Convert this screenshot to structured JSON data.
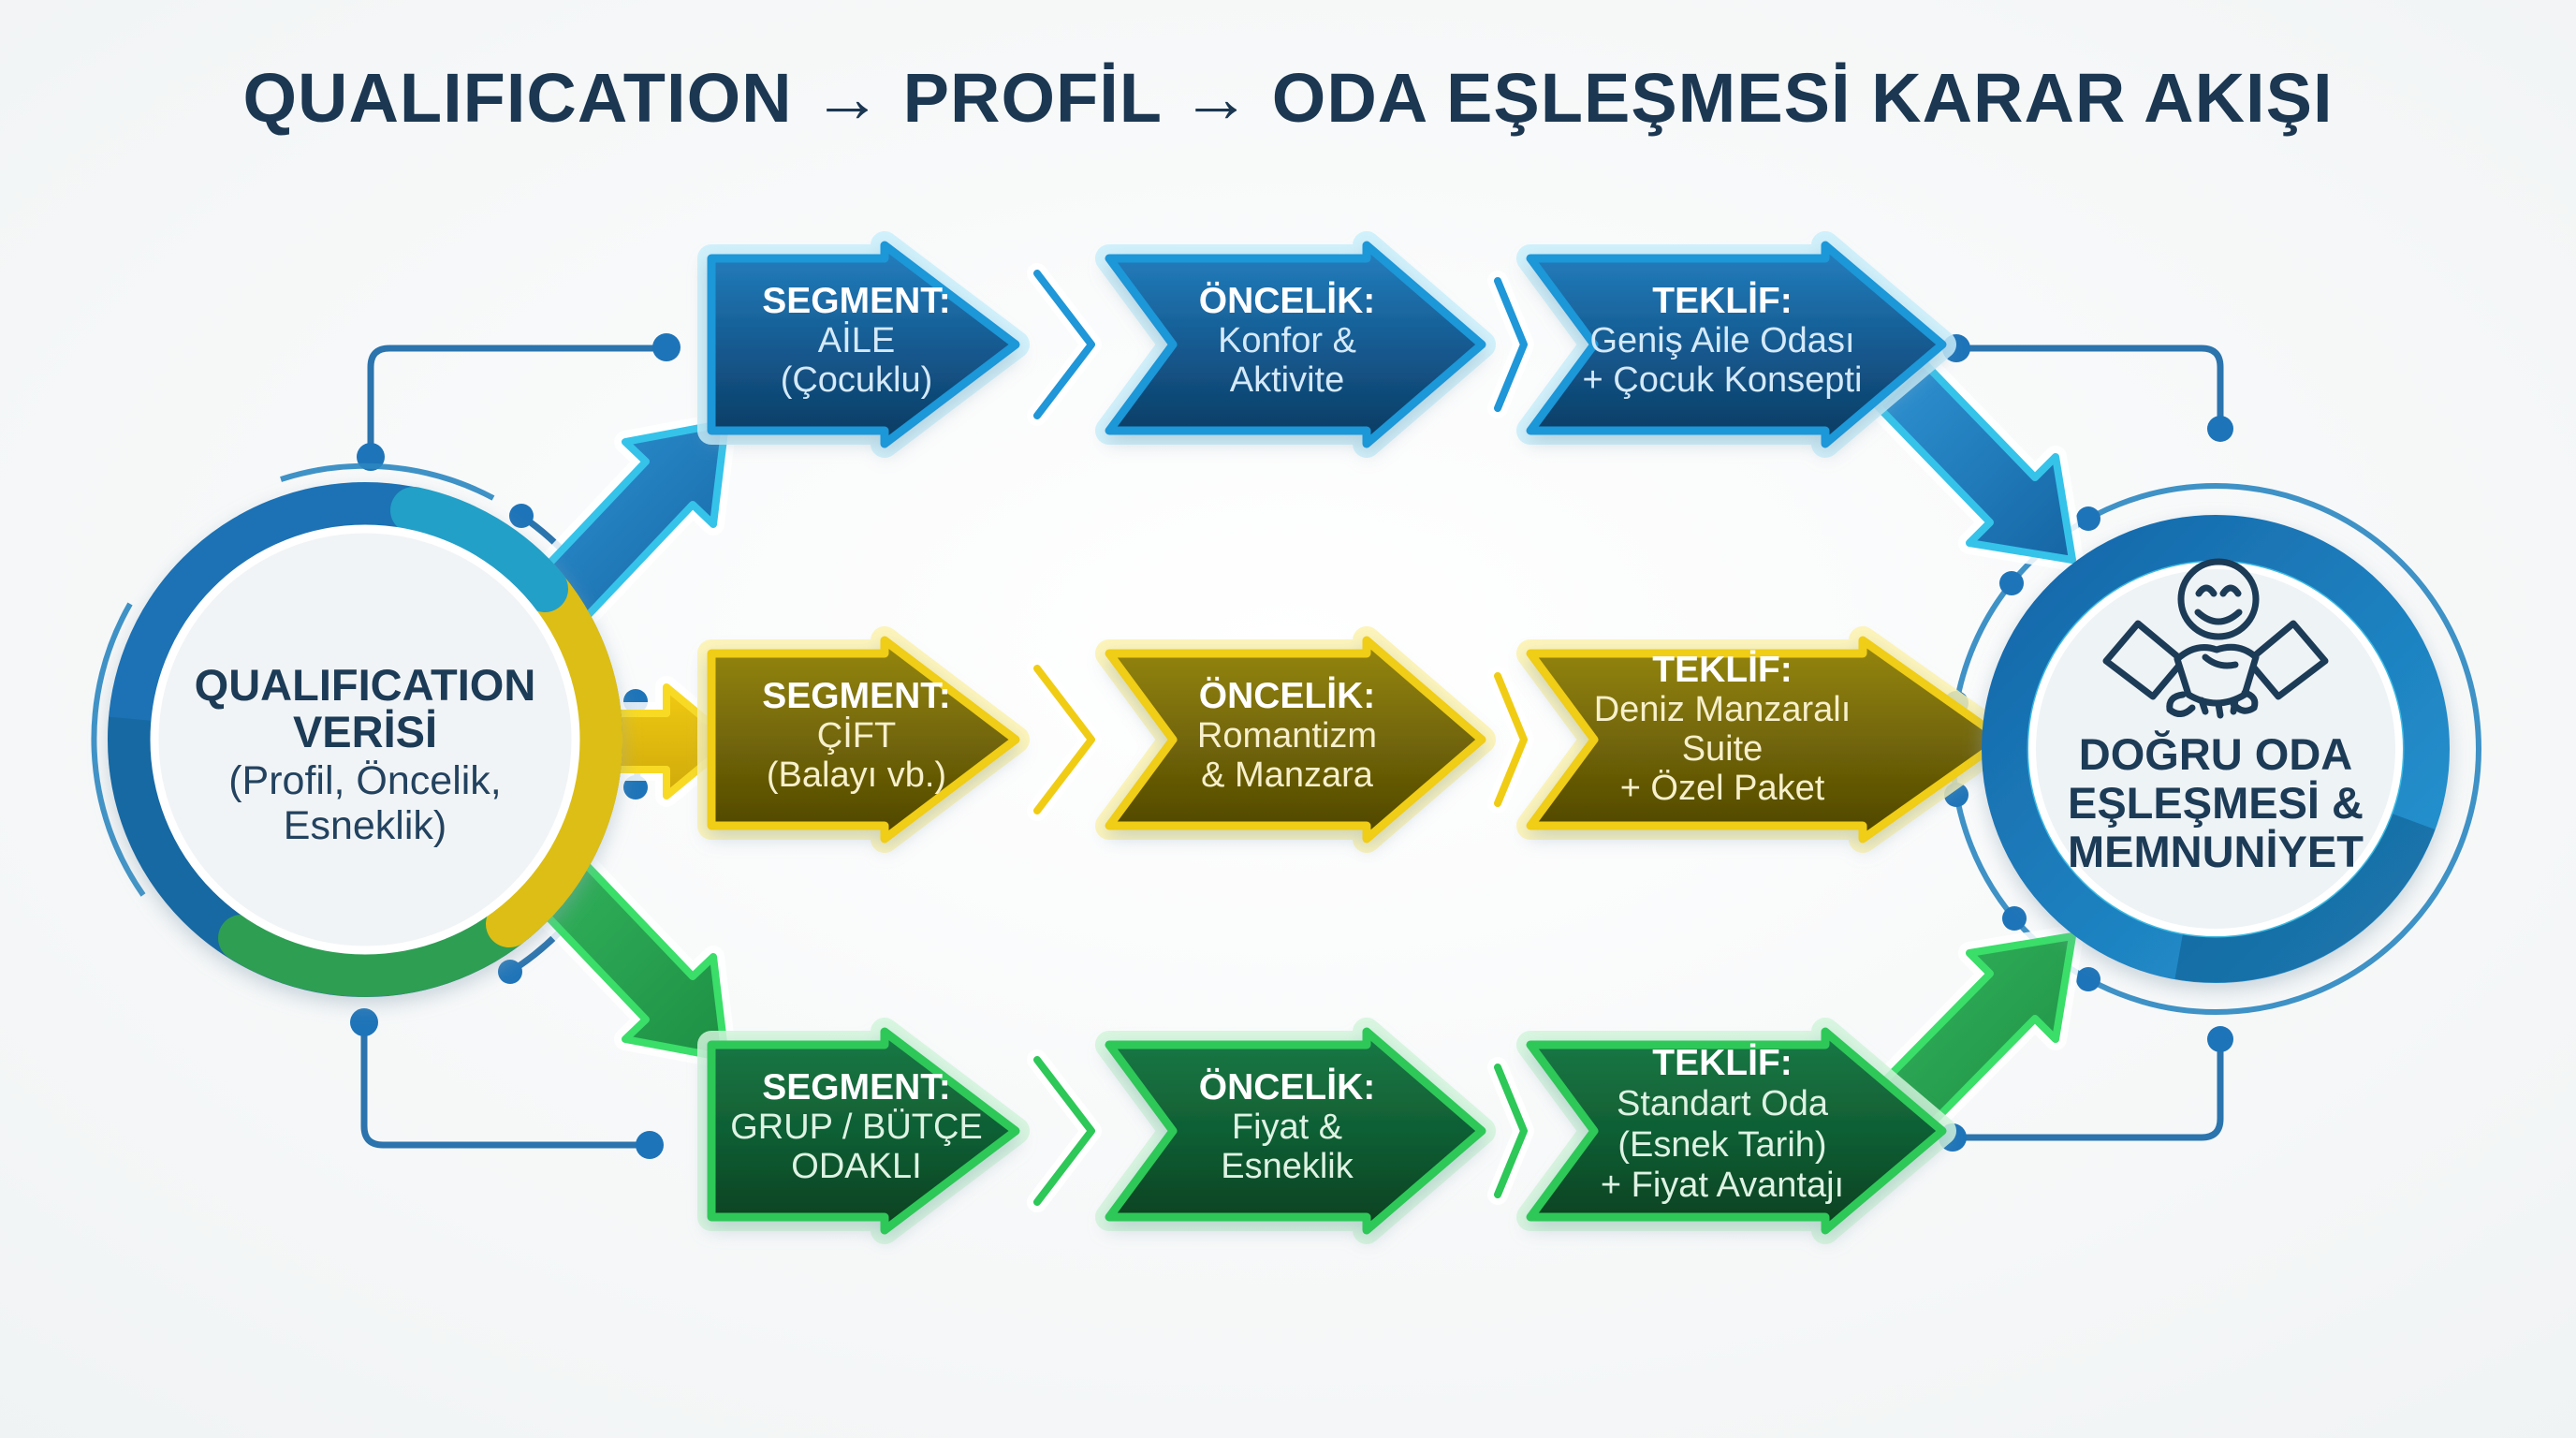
{
  "title": "QUALIFICATION → PROFİL → ODA EŞLEŞMESİ KARAR AKIŞI",
  "source_node": {
    "lines": [
      "QUALIFICATION",
      "VERİSİ",
      "(Profil, Öncelik,",
      "Esneklik)"
    ]
  },
  "outcome_node": {
    "lines": [
      "DOĞRU ODA",
      "EŞLEŞMESİ &",
      "MEMNUNİYET"
    ],
    "icons": [
      "smiley-face-icon",
      "handshake-icon"
    ]
  },
  "rows": [
    {
      "name": "aile",
      "segment": {
        "title": "SEGMENT:",
        "lines": [
          "AİLE",
          "(Çocuklu)"
        ]
      },
      "priority": {
        "title": "ÖNCELİK:",
        "lines": [
          "Konfor &",
          "Aktivite"
        ]
      },
      "offer": {
        "title": "TEKLİF:",
        "lines": [
          "Geniş Aile Odası",
          "+ Çocuk Konsepti"
        ]
      }
    },
    {
      "name": "cift",
      "segment": {
        "title": "SEGMENT:",
        "lines": [
          "ÇİFT",
          "(Balayı vb.)"
        ]
      },
      "priority": {
        "title": "ÖNCELİK:",
        "lines": [
          "Romantizm",
          "& Manzara"
        ]
      },
      "offer": {
        "title": "TEKLİF:",
        "lines": [
          "Deniz Manzaralı",
          "Suite",
          "+ Özel Paket"
        ]
      }
    },
    {
      "name": "grup",
      "segment": {
        "title": "SEGMENT:",
        "lines": [
          "GRUP / BÜTÇE",
          "ODAKLI"
        ]
      },
      "priority": {
        "title": "ÖNCELİK:",
        "lines": [
          "Fiyat &",
          "Esneklik"
        ]
      },
      "offer": {
        "title": "TEKLİF:",
        "lines": [
          "Standart Oda",
          "(Esnek Tarih)",
          "+ Fiyat Avantajı"
        ]
      }
    }
  ],
  "colors": {
    "blue_border": "#1f97d8",
    "blue_fill_dark": "#0c3a60",
    "yellow_border": "#f0cd14",
    "yellow_fill_dark": "#4e4504",
    "green_border": "#2dc858",
    "green_fill_dark": "#073f20",
    "navy_text": "#1d3a57",
    "circuit_line": "#2b74ad",
    "background": "#f7f9fa"
  }
}
